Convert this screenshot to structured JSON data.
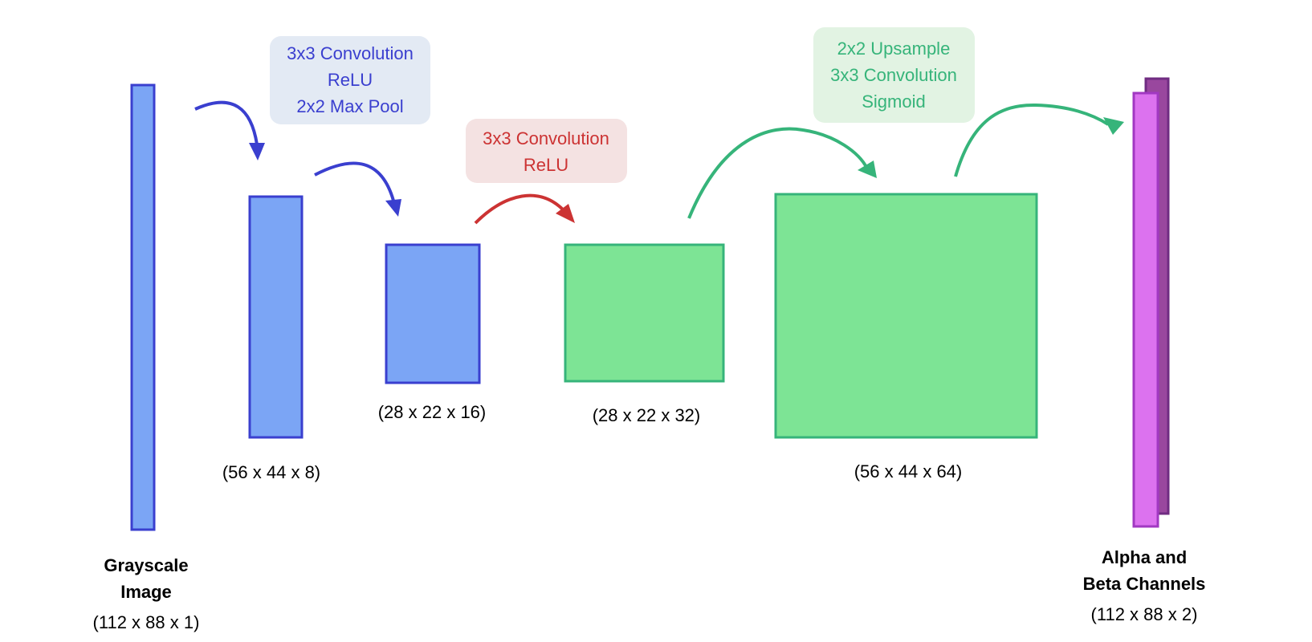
{
  "input": {
    "title_line1": "Grayscale",
    "title_line2": "Image",
    "dims": "(112 x 88 x 1)"
  },
  "layers": [
    {
      "dims": "(56 x 44 x 8)"
    },
    {
      "dims": "(28 x 22 x 16)"
    },
    {
      "dims": "(28 x 22 x 32)"
    },
    {
      "dims": "(56 x 44 x 64)"
    }
  ],
  "output": {
    "title_line1": "Alpha and",
    "title_line2": "Beta Channels",
    "dims": "(112 x 88 x 2)"
  },
  "operations": {
    "encoder": [
      "3x3 Convolution",
      "ReLU",
      "2x2 Max Pool"
    ],
    "bottleneck": [
      "3x3 Convolution",
      "ReLU"
    ],
    "decoder": [
      "2x2 Upsample",
      "3x3 Convolution",
      "Sigmoid"
    ]
  },
  "colors": {
    "blue_fill": "#7ba5f5",
    "blue_stroke": "#3a3fcf",
    "blue_label_bg": "#e3eaf4",
    "red_arrow": "#cc3333",
    "red_label_bg": "#f4e2e2",
    "green_fill": "#7de495",
    "green_stroke": "#36b47a",
    "green_label_bg": "#e2f3e3",
    "purple_fill": "#dc72ef",
    "purple_stroke": "#a138c2",
    "purple_back_fill": "#99479e",
    "purple_back_stroke": "#702c82"
  }
}
